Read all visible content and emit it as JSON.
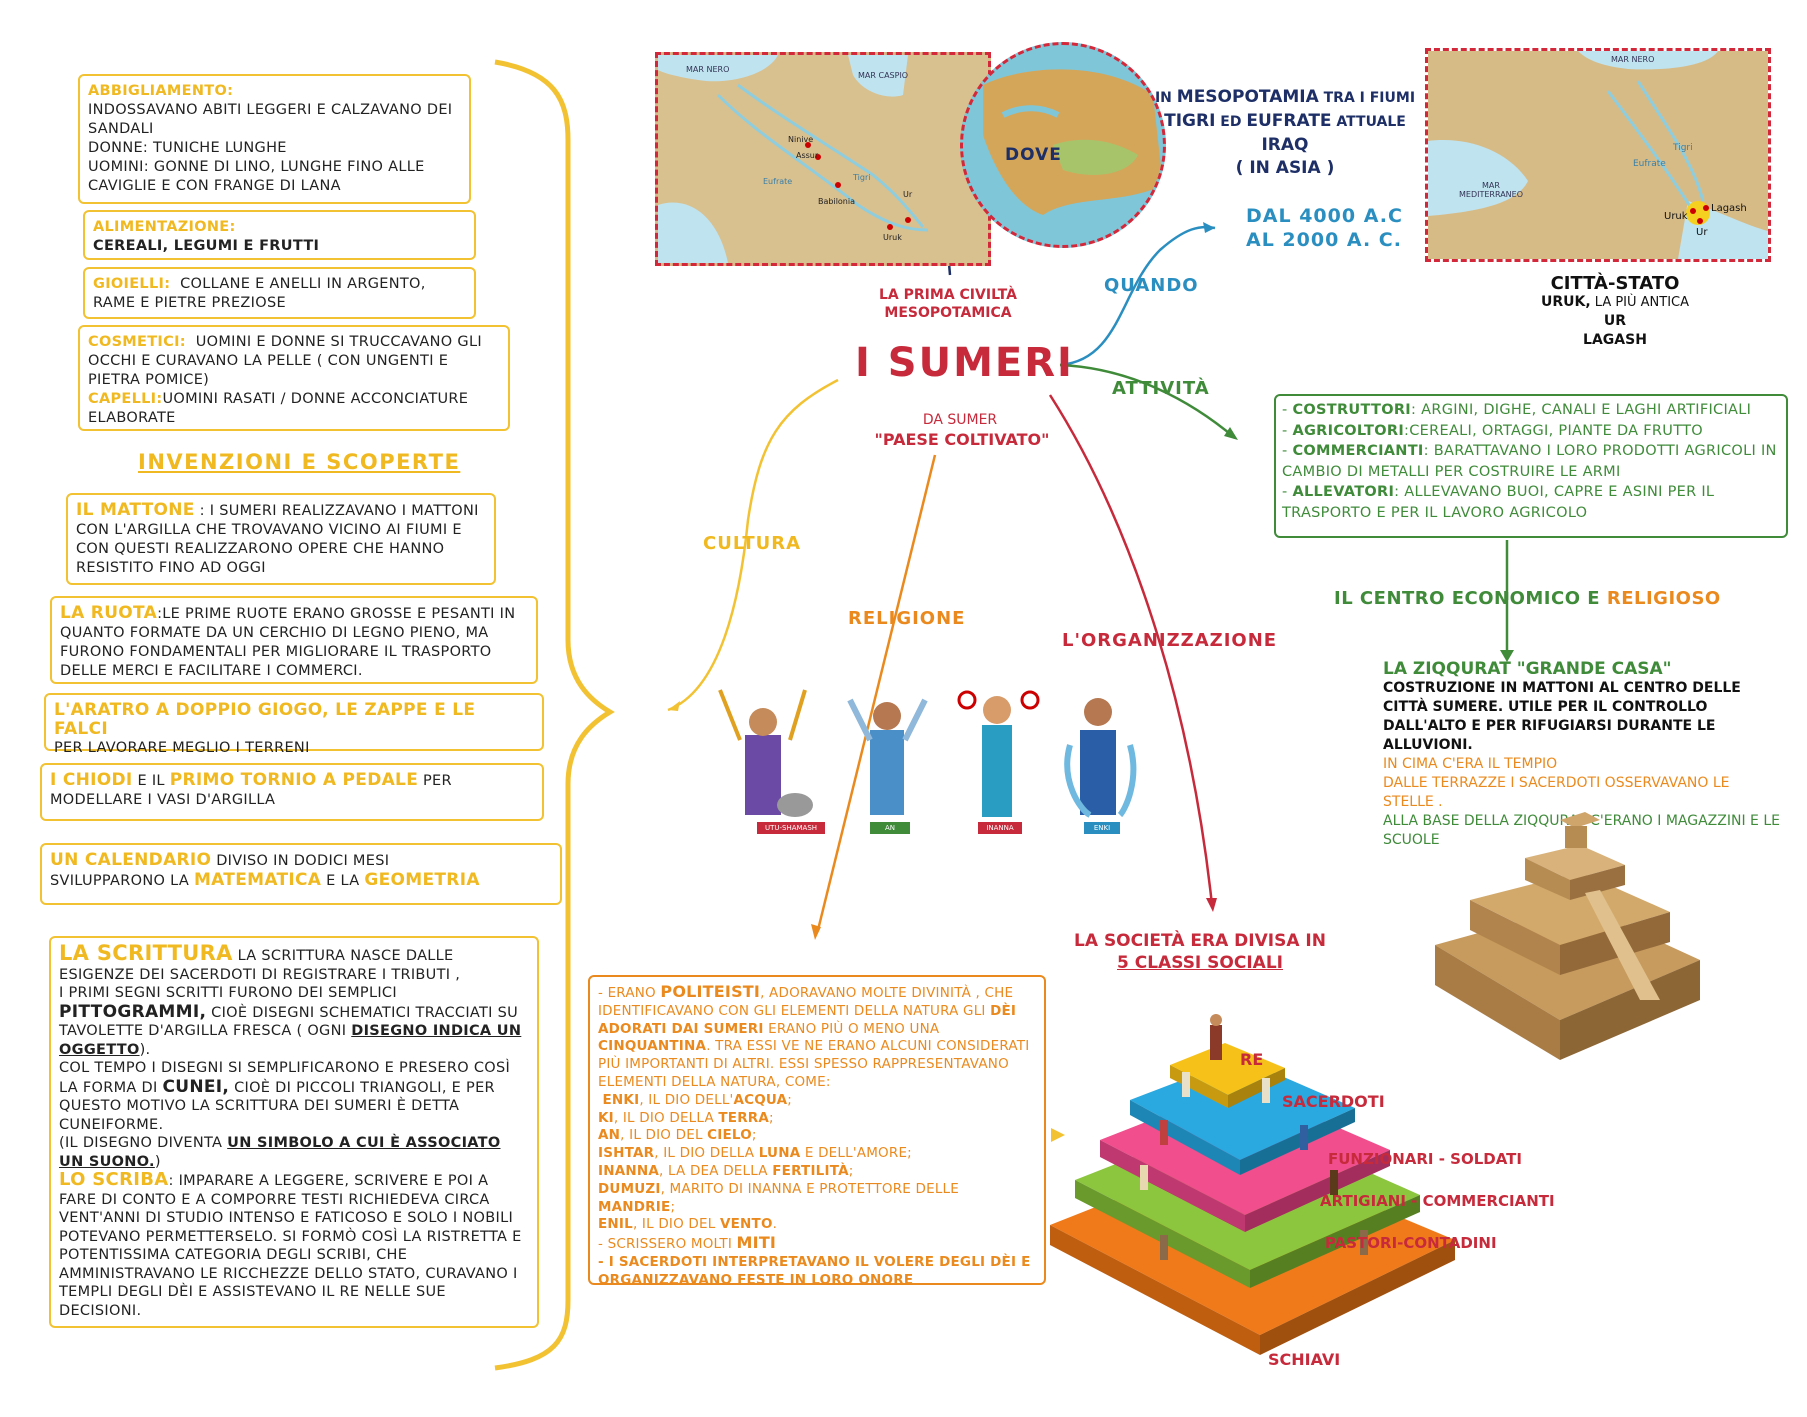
{
  "center": {
    "title": "I SUMERI",
    "first_civ": "LA PRIMA CIVILTÀ MESOPOTAMICA",
    "origin_pre": "DA SUMER",
    "origin_name": "\"PAESE COLTIVATO\""
  },
  "branches": {
    "quando": "QUANDO",
    "attivita": "ATTIVITÀ",
    "cultura": "CULTURA",
    "religione": "RELIGIONE",
    "organizzazione": "L'ORGANIZZAZIONE",
    "dove": "DOVE"
  },
  "where": {
    "line1_a": "IN ",
    "line1_b": "MESOPOTAMIA",
    "line1_c": " TRA I FIUMI",
    "line2_a": "TIGRI",
    "line2_b": " ED ",
    "line2_c": "EUFRATE",
    "line2_d": " ATTUALE",
    "line3": "IRAQ",
    "line4": "( IN ASIA )"
  },
  "when": {
    "line1": "DAL 4000 A.C",
    "line2": "AL 2000 A. C."
  },
  "city_state": {
    "title": "CITTÀ-STATO",
    "uruk": "URUK,",
    "uruk_note": " LA PIÙ ANTICA",
    "ur": "UR",
    "lagash": "LAGASH"
  },
  "map1": {
    "labels": [
      "MAR NERO",
      "MAR CASPIO",
      "Ninive",
      "Assur",
      "Babilonia",
      "Ur",
      "Uruk",
      "Eufrate",
      "Tigri"
    ]
  },
  "map2": {
    "labels": [
      "MAR NERO",
      "MAR MEDITERRANEO",
      "Tigri",
      "Eufrate",
      "Uruk",
      "Lagash",
      "Ur"
    ]
  },
  "activities": [
    {
      "name": "COSTRUTTORI",
      "text": ": ARGINI, DIGHE, CANALI E LAGHI ARTIFICIALI"
    },
    {
      "name": "AGRICOLTORI",
      "text": ":CEREALI, ORTAGGI, PIANTE DA FRUTTO"
    },
    {
      "name": "COMMERCIANTI",
      "text": ": BARATTAVANO I LORO PRODOTTI AGRICOLI IN CAMBIO DI METALLI PER COSTRUIRE LE ARMI"
    },
    {
      "name": "ALLEVATORI",
      "text": ": ALLEVAVANO BUOI, CAPRE E ASINI PER IL TRASPORTO E PER IL LAVORO AGRICOLO"
    }
  ],
  "center_eco": {
    "a": "IL CENTRO ECONOMICO E ",
    "b": "RELIGIOSO"
  },
  "ziqqurat": {
    "title": "LA ZIQQURAT \"GRANDE CASA\"",
    "l1": "COSTRUZIONE IN MATTONI AL CENTRO DELLE CITTÀ SUMERE. UTILE PER IL CONTROLLO DALL'ALTO E PER RIFUGIARSI DURANTE LE ALLUVIONI.",
    "l2": "IN CIMA C'ERA IL TEMPIO",
    "l3": "DALLE TERRAZZE I SACERDOTI OSSERVAVANO LE STELLE .",
    "l4": "ALLA BASE DELLA ZIQQURAT C'ERANO I MAGAZZINI E LE SCUOLE"
  },
  "culture": {
    "abbigliamento_h": "ABBIGLIAMENTO:",
    "abbigliamento": "INDOSSAVANO ABITI LEGGERI E CALZAVANO DEI SANDALI",
    "donne": "DONNE: TUNICHE LUNGHE",
    "uomini": "UOMINI: GONNE DI LINO, LUNGHE FINO ALLE CAVIGLIE E CON FRANGE DI LANA",
    "alimentazione_h": "ALIMENTAZIONE:",
    "alimentazione": "CEREALI, LEGUMI E FRUTTI",
    "gioielli_h": "GIOIELLI:",
    "gioielli": "COLLANE E ANELLI IN ARGENTO, RAME E PIETRE PREZIOSE",
    "cosmetici_h": "COSMETICI:",
    "cosmetici": "UOMINI E DONNE SI TRUCCAVANO GLI OCCHI E CURAVANO LA PELLE ( CON UNGENTI E PIETRA POMICE)",
    "capelli_h": "CAPELLI:",
    "capelli": "UOMINI RASATI / DONNE ACCONCIATURE ELABORATE"
  },
  "inventions": {
    "title": "INVENZIONI E SCOPERTE",
    "mattone_h": "IL MATTONE",
    "mattone": " : I SUMERI REALIZZAVANO I MATTONI CON L'ARGILLA CHE TROVAVANO VICINO AI FIUMI E CON QUESTI REALIZZARONO OPERE CHE HANNO RESISTITO FINO AD OGGI",
    "ruota_h": "LA RUOTA",
    "ruota": ":LE PRIME RUOTE ERANO GROSSE E PESANTI IN QUANTO FORMATE DA UN CERCHIO DI LEGNO PIENO, MA FURONO FONDAMENTALI PER MIGLIORARE IL TRASPORTO DELLE MERCI E FACILITARE I COMMERCI.",
    "aratro_h": "L'ARATRO A DOPPIO GIOGO, LE ZAPPE E LE FALCI",
    "aratro": "PER LAVORARE MEGLIO I TERRENI",
    "chiodi_h": "I CHIODI",
    "chiodi_mid": " E IL ",
    "tornio_h": "PRIMO TORNIO A PEDALE",
    "tornio": " PER MODELLARE I VASI D'ARGILLA",
    "calendario_h": "UN CALENDARIO",
    "calendario": " DIVISO IN DODICI MESI",
    "svilupparono": "SVILUPPARONO LA ",
    "matematica": "MATEMATICA",
    "e_la": " E LA ",
    "geometria": "GEOMETRIA"
  },
  "writing": {
    "title": "LA SCRITTURA",
    "p1": " LA SCRITTURA NASCE DALLE ESIGENZE DEI SACERDOTI DI REGISTRARE I TRIBUTI ,",
    "p2a": "I PRIMI SEGNI SCRITTI FURONO DEI SEMPLICI ",
    "p2b": "PITTOGRAMMI,",
    "p2c": " CIOÈ DISEGNI SCHEMATICI TRACCIATI SU TAVOLETTE D'ARGILLA FRESCA ( OGNI ",
    "p2d": "DISEGNO INDICA UN OGGETTO",
    "p2e": ").",
    "p3a": "COL TEMPO I DISEGNI SI SEMPLIFICARONO E PRESERO COSÌ LA FORMA DI ",
    "p3b": "CUNEI,",
    "p3c": " CIOÈ DI PICCOLI  TRIANGOLI, E PER QUESTO MOTIVO LA SCRITTURA DEI SUMERI È DETTA CUNEIFORME.",
    "p4a": "(IL DISEGNO DIVENTA ",
    "p4b": "UN SIMBOLO A CUI È ASSOCIATO UN SUONO.",
    "p4c": ")",
    "scriba_h": "LO SCRIBA",
    "scriba": ": IMPARARE A LEGGERE, SCRIVERE E POI A FARE DI CONTO E A COMPORRE TESTI RICHIEDEVA CIRCA VENT'ANNI DI STUDIO INTENSO E FATICOSO E SOLO I NOBILI POTEVANO PERMETTERSELO. SI FORMÒ COSÌ LA RISTRETTA E POTENTISSIMA CATEGORIA DEGLI SCRIBI, CHE AMMINISTRAVANO LE RICCHEZZE DELLO STATO, CURAVANO I TEMPLI DEGLI DÈI E ASSISTEVANO IL RE NELLE SUE DECISIONI."
  },
  "gods": [
    "UTU-SHAMASH",
    "AN",
    "INANNA",
    "ENKI"
  ],
  "religion": {
    "l1a": "- ERANO ",
    "l1b": "POLITEISTI",
    "l1c": ", ADORAVANO MOLTE DIVINITÀ , CHE IDENTIFICAVANO CON GLI ELEMENTI DELLA NATURA GLI ",
    "l1d": "DÈI ADORATI DAI SUMERI",
    "l1e": " ERANO PIÙ O MENO UNA ",
    "l1f": "CINQUANTINA",
    "l1g": ". TRA ESSI VE NE ERANO ALCUNI CONSIDERATI PIÙ IMPORTANTI DI ALTRI. ESSI SPESSO RAPPRESENTAVANO ELEMENTI DELLA NATURA, COME:",
    "gods": [
      [
        "ENKI",
        ", IL DIO DELL'",
        "ACQUA",
        ";"
      ],
      [
        "KI",
        ", IL DIO DELLA ",
        "TERRA",
        ";"
      ],
      [
        "AN",
        ", IL DIO DEL ",
        "CIELO",
        ";"
      ],
      [
        "ISHTAR",
        ", IL DIO DELLA ",
        "LUNA",
        " E DELL'AMORE;"
      ],
      [
        "INANNA",
        ", LA DEA DELLA ",
        "FERTILITÀ",
        ";"
      ],
      [
        "DUMUZI",
        ", MARITO DI INANNA E PROTETTORE DELLE ",
        "MANDRIE",
        ";"
      ],
      [
        "ENIL",
        ", IL DIO DEL ",
        "VENTO",
        "."
      ]
    ],
    "l2a": "- SCRISSERO MOLTI ",
    "l2b": "MITI",
    "l3": "- I SACERDOTI INTERPRETAVANO IL VOLERE DEGLI DÈI E ORGANIZZAVANO FESTE IN LORO ONORE"
  },
  "society": {
    "title1": "LA SOCIETÀ ERA DIVISA IN",
    "title2": "5 CLASSI SOCIALI",
    "classes": [
      "RE",
      "SACERDOTI",
      "FUNZIONARI -  SOLDATI",
      "ARTIGIANI - COMMERCIANTI",
      "PASTORI-CONTADINI",
      "SCHIAVI"
    ]
  },
  "colors": {
    "yellow": "#f0b921",
    "orange": "#ea8a1e",
    "red": "#c62a3b",
    "green": "#3f8b3a",
    "blue": "#2a8fc0",
    "navy": "#1d2f66"
  }
}
